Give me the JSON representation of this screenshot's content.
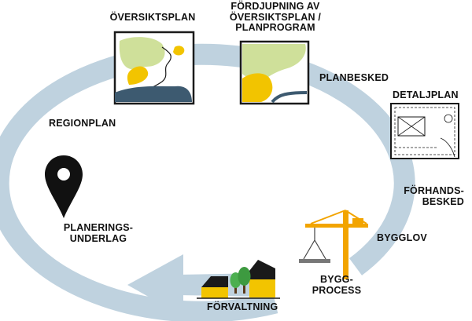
{
  "diagram": {
    "colors": {
      "cycle": "#bfd2df",
      "green": "#cfe09a",
      "yellow": "#f2c400",
      "dark": "#3d5a70",
      "crane": "#f2a400"
    },
    "labels": {
      "oversiktsplan": "ÖVERSIKTSPLAN",
      "fordjupning_line1": "FÖRDJUPNING AV",
      "fordjupning_line2": "ÖVERSIKTSPLAN /",
      "fordjupning_line3": "PLANPROGRAM",
      "planbesked": "PLANBESKED",
      "detaljplan": "DETALJPLAN",
      "regionplan": "REGIONPLAN",
      "forhandsbesked_line1": "FÖRHANDS-",
      "forhandsbesked_line2": "BESKED",
      "planeringsunderlag_line1": "PLANERINGS-",
      "planeringsunderlag_line2": "UNDERLAG",
      "bygglov": "BYGGLOV",
      "byggprocess_line1": "BYGG-",
      "byggprocess_line2": "PROCESS",
      "forvaltning": "FÖRVALTNING"
    },
    "icons": [
      "oversiktsplan-map-icon",
      "fordjupning-map-icon",
      "detaljplan-drawing-icon",
      "location-pin-icon",
      "construction-crane-icon",
      "houses-trees-icon"
    ]
  }
}
